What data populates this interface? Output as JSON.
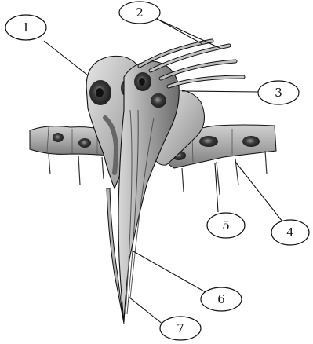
{
  "labels": {
    "l1": "1",
    "l2": "2",
    "l3": "3",
    "l4": "4",
    "l5": "5",
    "l6": "6",
    "l7": "7"
  },
  "colors": {
    "outline": "#111111",
    "tissue_dark": "#6e6e6e",
    "tissue_mid": "#9c9c9c",
    "tissue_light": "#cfcfcf",
    "nucleus_dark": "#2a2a2a"
  }
}
